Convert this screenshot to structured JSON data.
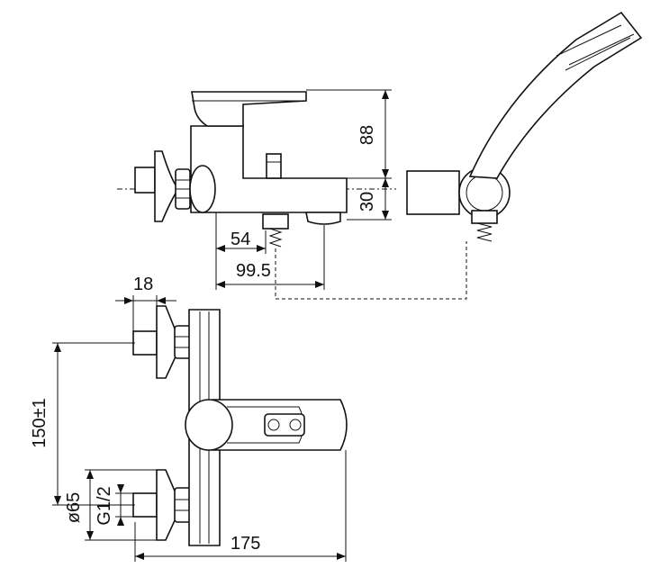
{
  "dimensions": {
    "height_upper": "88",
    "height_lower": "30",
    "spout_inner": "54",
    "spout_outer": "99.5",
    "inlet_depth": "18",
    "inlet_spacing": "150±1",
    "rosette_diameter": "ø65",
    "thread": "G1/2",
    "total_depth": "175"
  }
}
